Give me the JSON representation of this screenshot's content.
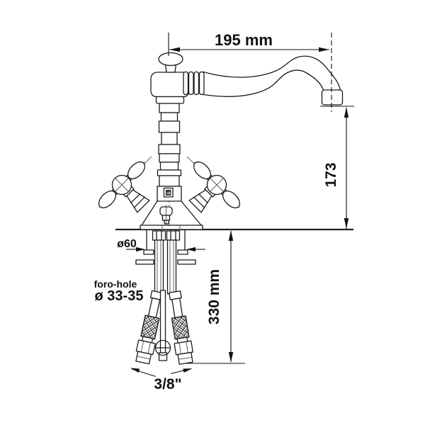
{
  "meta": {
    "description": "Technical dimension drawing of a classic two-handle monoblock basin faucet with swan-neck spout and flexible supply hoses",
    "background": "#ffffff",
    "line_color": "#1b1b1b"
  },
  "labels": {
    "spout_reach": "195 mm",
    "spout_outlet_height": "173",
    "under_counter_depth": "330 mm",
    "escutcheon_diameter": "ø60",
    "hole_word": "foro-hole",
    "hole_diameter": "ø 33-35",
    "hose_thread_size": "3/8\""
  }
}
